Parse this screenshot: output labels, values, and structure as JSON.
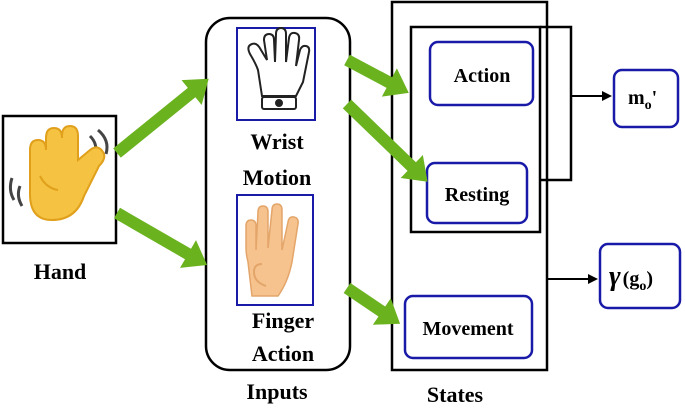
{
  "hand": {
    "label": "Hand",
    "icon": "waving-hand-icon"
  },
  "inputs": {
    "label": "Inputs",
    "wrist_line1": "Wrist",
    "wrist_line2": "Motion",
    "finger_line1": "Finger",
    "finger_line2": "Action",
    "wrist_icon": "glove-with-wristband-icon",
    "finger_icon": "hand-fingers-icon"
  },
  "states": {
    "label": "States",
    "action": "Action",
    "resting": "Resting",
    "movement": "Movement"
  },
  "outputs": {
    "mo_base": "m",
    "mo_sub": "o",
    "mo_prime": "'",
    "gamma_symbol": "γ",
    "gamma_open": "(g",
    "gamma_sub": "o",
    "gamma_close": ")"
  },
  "colors": {
    "arrow_green": "#6bb21f",
    "box_blue": "#1a1aa8",
    "hand_yellow": "#f5c242",
    "hand_shadow": "#e0a01c",
    "finger_skin": "#f6c38e"
  }
}
